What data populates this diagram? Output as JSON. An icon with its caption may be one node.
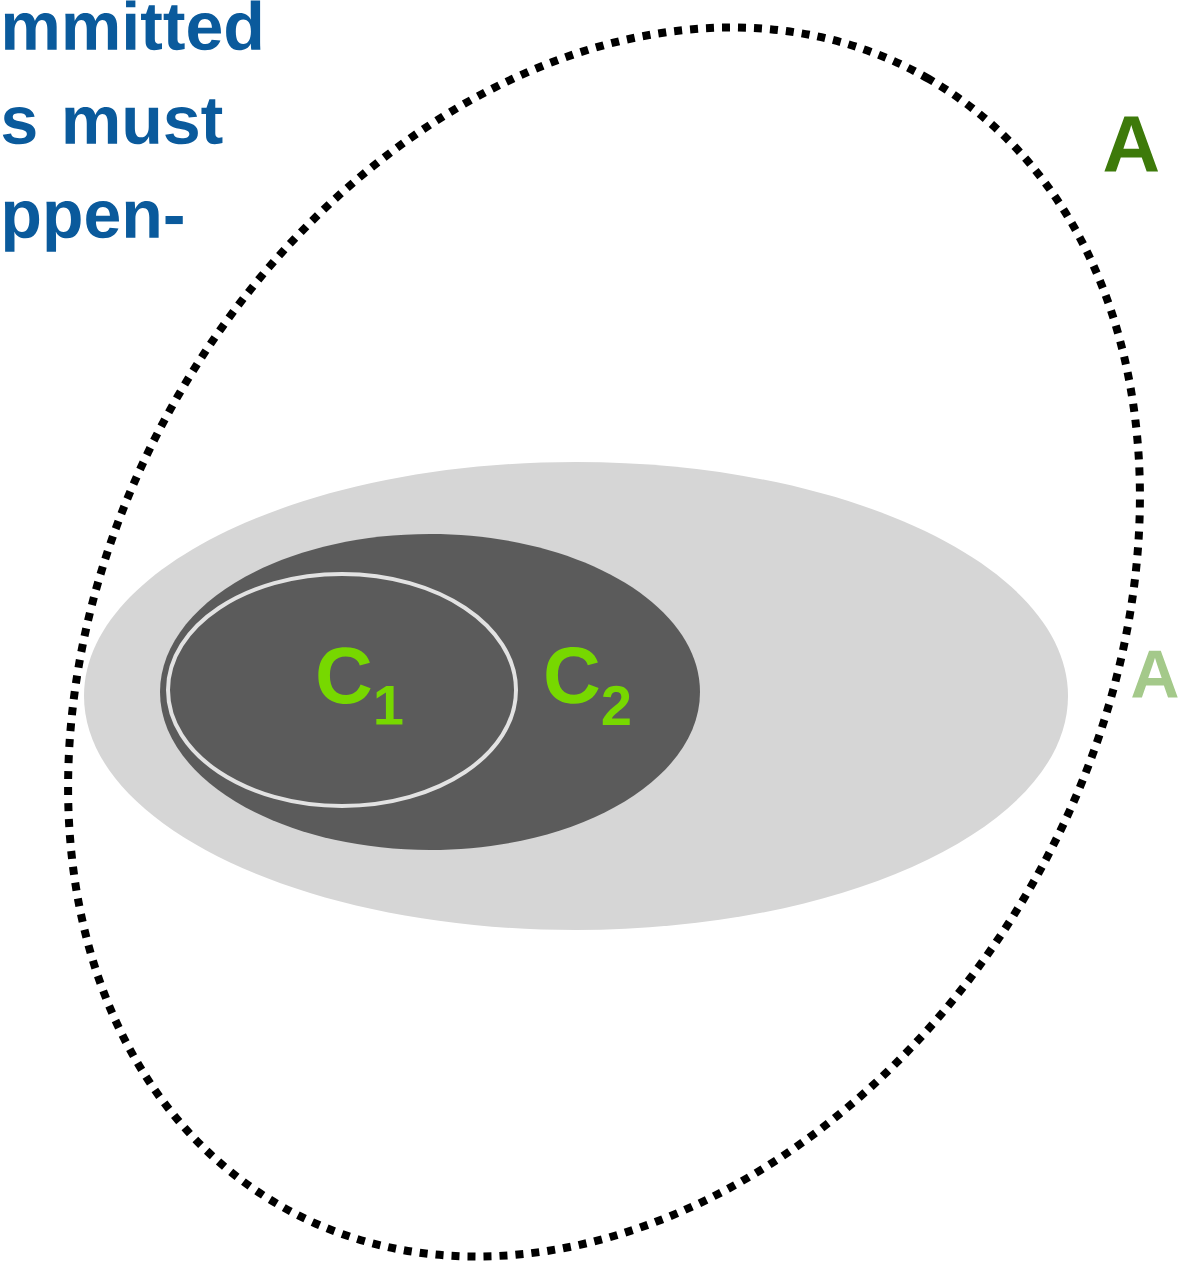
{
  "diagram": {
    "nodes": [
      {
        "text": [],
        "shape": "ellipse"
      },
      {
        "text": [],
        "shape": "ellipse",
        "in": 0
      },
      {
        "text": [
          "C$_{2}$"
        ],
        "in": 1
      },
      {
        "text": [
          "C$_{1}$"
        ],
        "in": 2
      }
    ],
    "labels": [
      "mmitted s must ppen-",
      "A",
      "A"
    ]
  }
}
